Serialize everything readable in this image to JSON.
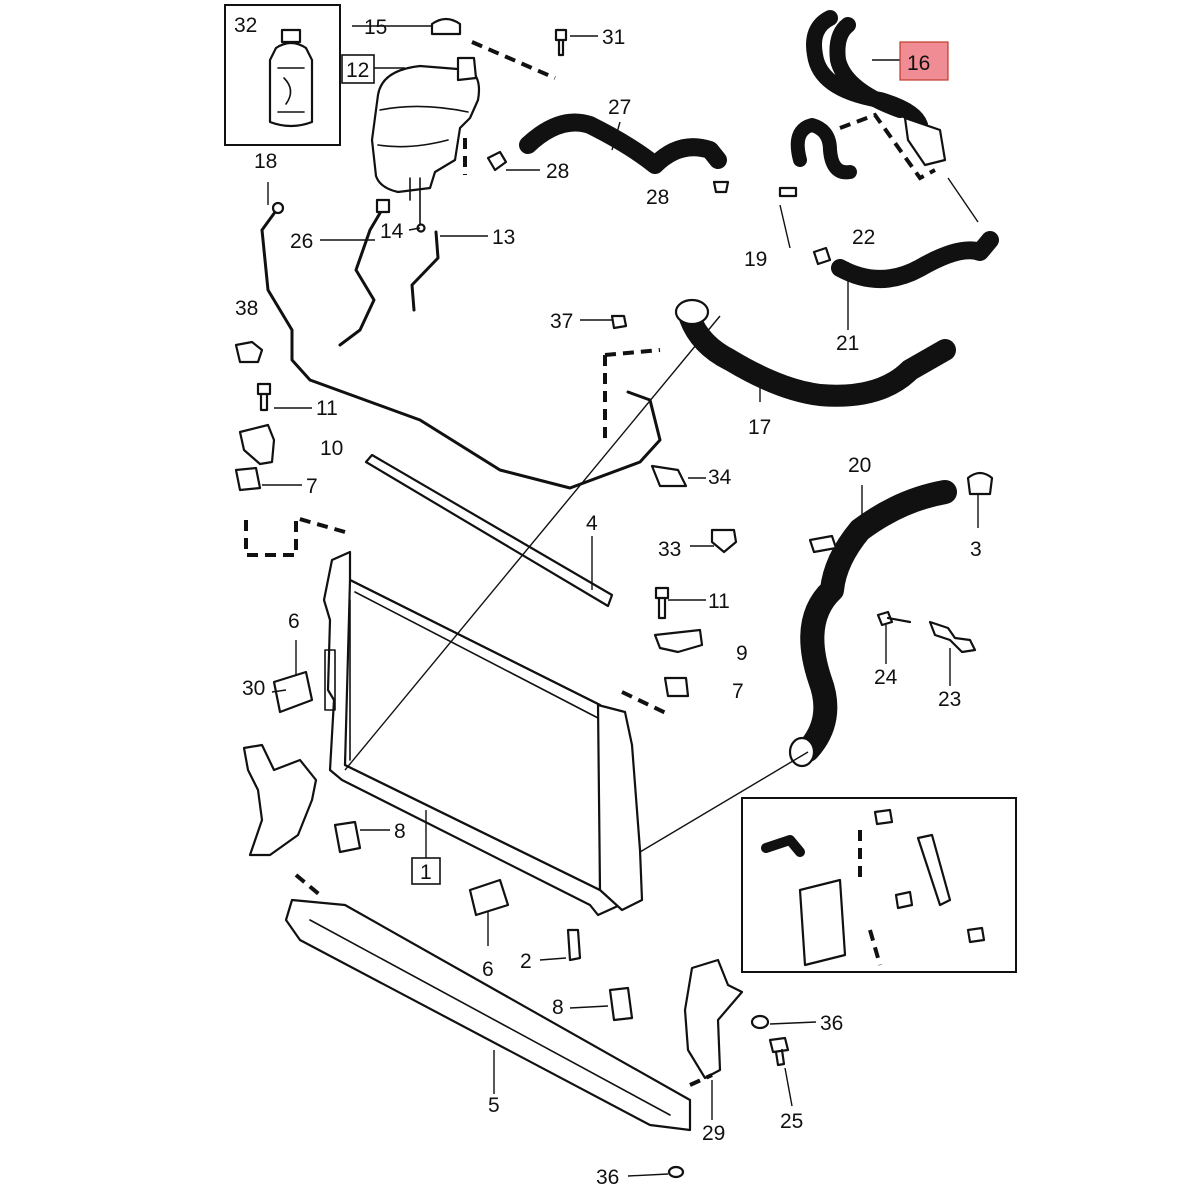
{
  "callouts": {
    "c1": "1",
    "c2": "2",
    "c3": "3",
    "c4": "4",
    "c5": "5",
    "c6a": "6",
    "c6b": "6",
    "c7a": "7",
    "c7b": "7",
    "c8a": "8",
    "c8b": "8",
    "c9": "9",
    "c10": "10",
    "c11a": "11",
    "c11b": "11",
    "c12": "12",
    "c13": "13",
    "c14": "14",
    "c15": "15",
    "c16": "16",
    "c17": "17",
    "c18": "18",
    "c19": "19",
    "c20": "20",
    "c21": "21",
    "c22": "22",
    "c23": "23",
    "c24": "24",
    "c25": "25",
    "c26": "26",
    "c27": "27",
    "c28a": "28",
    "c28b": "28",
    "c29": "29",
    "c30": "30",
    "c31": "31",
    "c32": "32",
    "c33": "33",
    "c34": "34",
    "c36a": "36",
    "c36b": "36",
    "c37": "37",
    "c38": "38"
  },
  "colors": {
    "line": "#111111",
    "highlight_fill": "#f08c93",
    "highlight_border": "#c0392b",
    "background": "#ffffff"
  }
}
